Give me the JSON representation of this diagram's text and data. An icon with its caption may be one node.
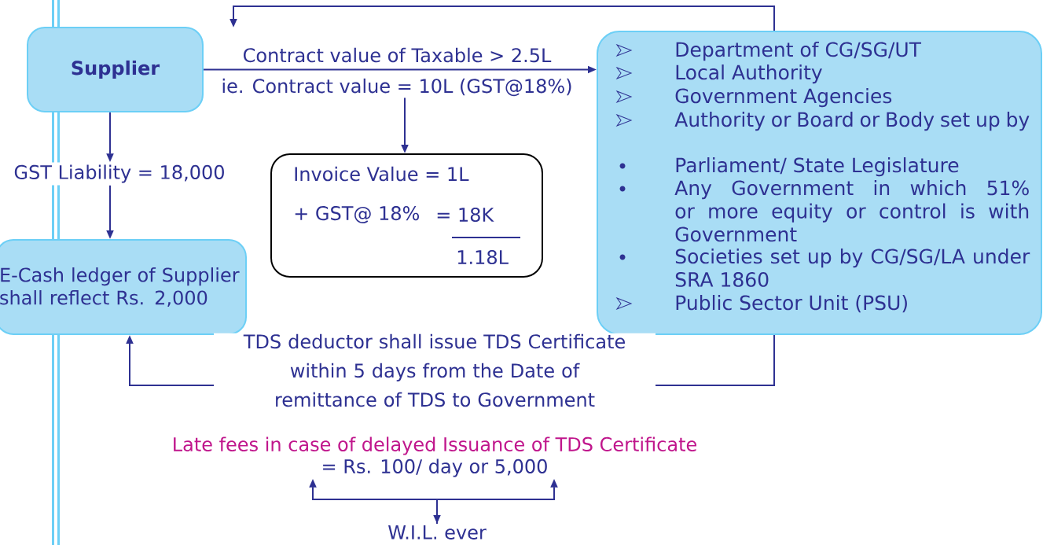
{
  "diagram": {
    "nodes": [
      {
        "text": [
          "Supplier"
        ]
      },
      {
        "text": [
          "GST Liability = 18,000"
        ]
      },
      {
        "text": [
          "E-Cash ledger of Supplier shall reflect Rs. 2,000"
        ]
      },
      {
        "text": [
          "ie. Contract value = 10L (GST@18%)"
        ]
      },
      {
        "text": [
          "Invoice Value = 1L",
          "+ GST@ 18%",
          "= 18K",
          "1.18L"
        ]
      },
      {
        "text": [
          "Department of CG/SG/UT",
          "Local Authority",
          "Government Agencies",
          "Authority or Board or Body set up by",
          "Parliament/ State Legislature",
          "Any Government in which 51% or more equity or control is with Government",
          "Societies set up by CG/SG/LA under SRA 1860",
          "Public Sector Unit (PSU)"
        ]
      },
      {
        "text": [
          "Late fees in case of delayed Issuance of TDS Certificate",
          "= Rs. 100/ day or 5,000"
        ]
      },
      {
        "text": [
          "W.I.L. ever"
        ]
      }
    ],
    "edges": [
      {
        "from": 0,
        "to": 5,
        "arrow": "to",
        "label": "Contract value of Taxable > 2.5L"
      },
      {
        "from": 5,
        "to": null,
        "arrow": "to"
      },
      {
        "from": 0,
        "to": 1,
        "arrow": "to"
      },
      {
        "from": 1,
        "to": 2,
        "arrow": "to"
      },
      {
        "from": 3,
        "to": 4,
        "arrow": "to"
      },
      {
        "from": 5,
        "to": 2,
        "arrow": "to",
        "label": "TDS deductor shall issue TDS Certificate within 5 days from the Date of remittance of TDS to Government"
      },
      {
        "from": 6,
        "to": 7,
        "arrow": "both"
      },
      {
        "from": 7,
        "to": 6,
        "arrow": "to"
      }
    ]
  }
}
